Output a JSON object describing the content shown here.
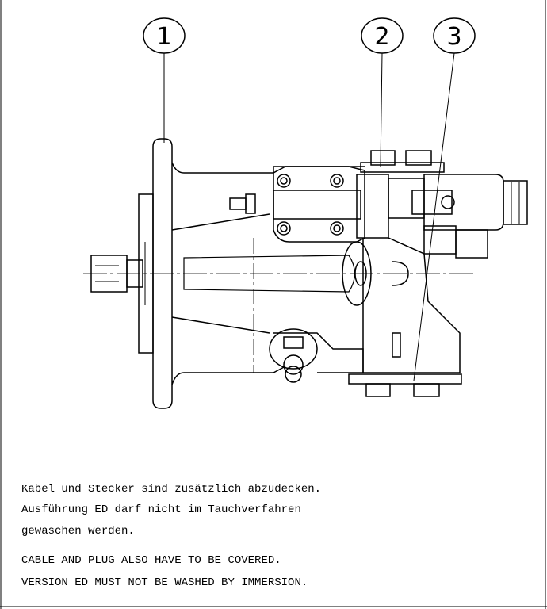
{
  "balloons": [
    {
      "label": "1"
    },
    {
      "label": "2"
    },
    {
      "label": "3"
    }
  ],
  "notes": {
    "de": [
      "Kabel und Stecker sind zusätzlich abzudecken.",
      "Ausführung ED darf nicht im Tauchverfahren",
      "gewaschen werden."
    ],
    "en": [
      "CABLE AND PLUG ALSO HAVE TO BE COVERED.",
      "VERSION ED MUST NOT BE WASHED BY IMMERSION."
    ]
  },
  "colors": {
    "line": "#000000",
    "background": "#ffffff"
  }
}
